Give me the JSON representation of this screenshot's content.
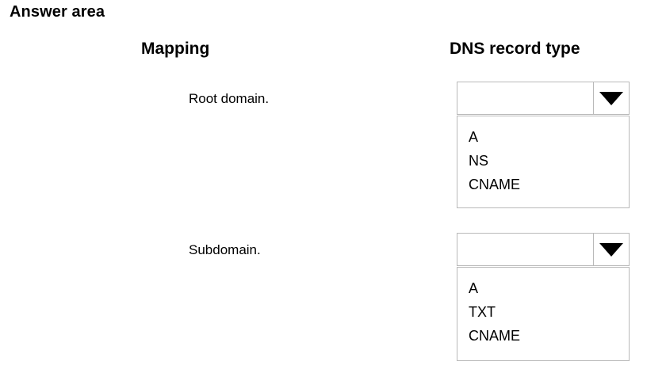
{
  "page": {
    "title": "Answer area",
    "background_color": "#ffffff",
    "text_color": "#000000",
    "border_color": "#b9b9b9"
  },
  "headers": {
    "mapping": "Mapping",
    "dns_record_type": "DNS record type"
  },
  "rows": [
    {
      "label": "Root domain.",
      "dropdown": {
        "selected_value": "",
        "placeholder": "",
        "arrow_icon": "chevron-down-icon",
        "expanded": true,
        "options": [
          "A",
          "NS",
          "CNAME"
        ]
      }
    },
    {
      "label": "Subdomain.",
      "dropdown": {
        "selected_value": "",
        "placeholder": "",
        "arrow_icon": "chevron-down-icon",
        "expanded": true,
        "options": [
          "A",
          "TXT",
          "CNAME"
        ]
      }
    }
  ]
}
